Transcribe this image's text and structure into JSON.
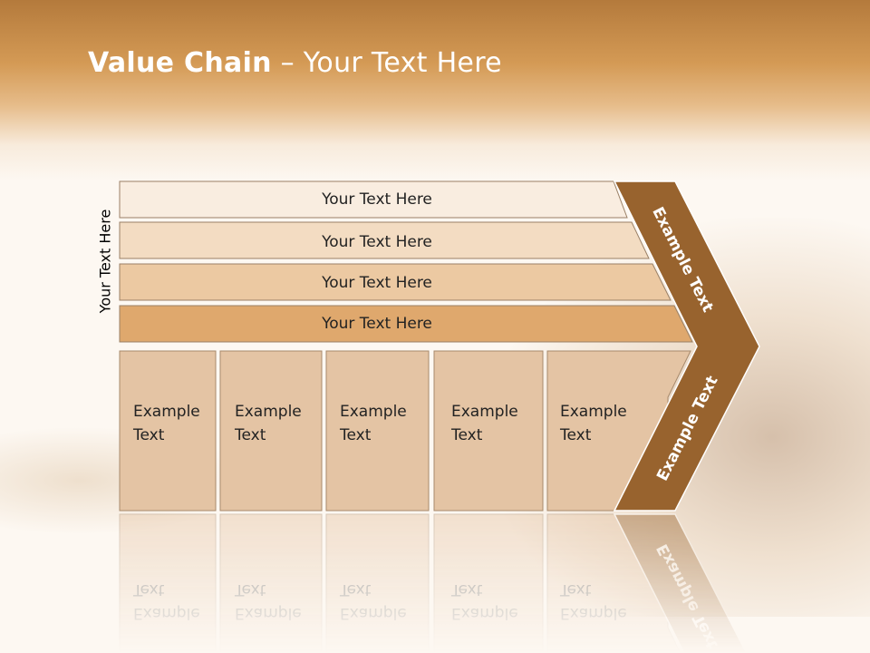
{
  "title": {
    "bold": "Value Chain",
    "rest": " – Your Text Here"
  },
  "side_label": "Your Text Here",
  "rows": [
    {
      "label": "Your Text Here",
      "color": "#f9ede0"
    },
    {
      "label": "Your Text Here",
      "color": "#f3dcc2"
    },
    {
      "label": "Your Text Here",
      "color": "#ecc9a2"
    },
    {
      "label": "Your Text Here",
      "color": "#dfa86d"
    }
  ],
  "boxes": [
    {
      "line1": "Example",
      "line2": "Text"
    },
    {
      "line1": "Example",
      "line2": "Text"
    },
    {
      "line1": "Example",
      "line2": "Text"
    },
    {
      "line1": "Example",
      "line2": "Text"
    },
    {
      "line1": "Example",
      "line2": "Text"
    }
  ],
  "chevron": {
    "upper_text": "Example Text",
    "lower_text": "Example Text",
    "color": "#98632e"
  },
  "colors": {
    "box_fill": "#e4c4a4",
    "box_stroke": "#a88a6c",
    "row_stroke": "#9a8066"
  }
}
